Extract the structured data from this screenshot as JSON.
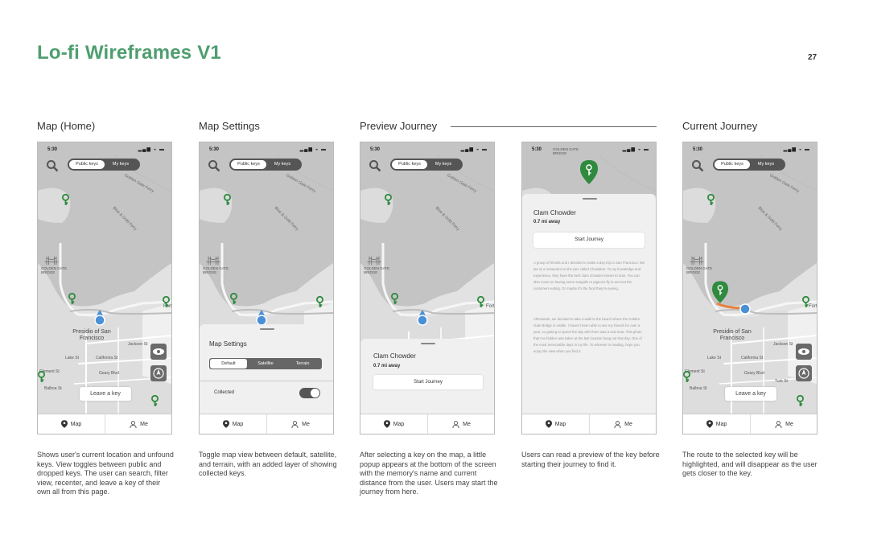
{
  "page": {
    "title": "Lo-fi Wireframes V1",
    "number": "27"
  },
  "columns": [
    {
      "heading": "Map (Home)",
      "description": "Shows user's current location and unfound keys. View toggles between public and dropped keys. The user can search, filter view, recenter, and leave a key of their own all from this page."
    },
    {
      "heading": "Map Settings",
      "description": "Toggle map view between default, satellite, and terrain, with an added layer of showing collected keys."
    },
    {
      "heading": "Preview Journey",
      "description": "After selecting a key on the map, a little popup appears at the bottom of the screen with the memory's name and current distance from the user. Users may start the journey from here."
    },
    {
      "heading": "",
      "description": "Users can read a preview of the key before starting their journey to find it."
    },
    {
      "heading": "Current Journey",
      "description": "The route to the selected key will be highlighted, and will disappear as the user gets closer to the key."
    }
  ],
  "phone": {
    "time": "5:30",
    "toggle": {
      "public": "Public keys",
      "mine": "My keys"
    },
    "nav": {
      "map": "Map",
      "me": "Me"
    },
    "leave_key": "Leave a key",
    "map_labels": {
      "bridge": "GOLDEN GATE BRIDGE",
      "presidio": "Presidio of San Francisco",
      "ferry": "Golden Gate Ferry",
      "blue_gold": "Blue & Gold Ferry",
      "california": "California St",
      "geary": "Geary Blvd",
      "jackson": "Jackson St",
      "lake": "Lake St",
      "clement": "Clement St",
      "balboa": "Balboa St",
      "turk": "Turk St",
      "fort": "Fort"
    }
  },
  "map_settings": {
    "title": "Map Settings",
    "options": [
      "Default",
      "Satellite",
      "Terrain"
    ],
    "selected": "Default",
    "collected_label": "Collected",
    "collected_on": true
  },
  "preview": {
    "name": "Clam Chowder",
    "distance": "0.7 mi away",
    "start": "Start Journey",
    "paragraph1": "A group of friends and I decided to make a day trip to San Francisco. We ate at a restaurant on the pier called Chowders. To my knowledge and experience, they have the best clam chowder known to man. You can also count on having some seagulls or pigeons fly in and eat the customers eating. Or maybe it's the food they're eyeing.",
    "paragraph2": "Afterwards, we decided to take a walk to the beach where the Golden Gate Bridge is visible. I haven't been able to see my friends for over a year, so getting to spend the day with them was a real treat. This photo that I've hidden was taken at the last location hung out that day. One of the most memorable days in my life. To whoever is reading, hope you enjoy the view when you find it."
  },
  "colors": {
    "accent": "#4e9e6f",
    "key_green": "#2f8a3e",
    "location_blue": "#4a8fd8",
    "route_orange": "#e8803a"
  }
}
